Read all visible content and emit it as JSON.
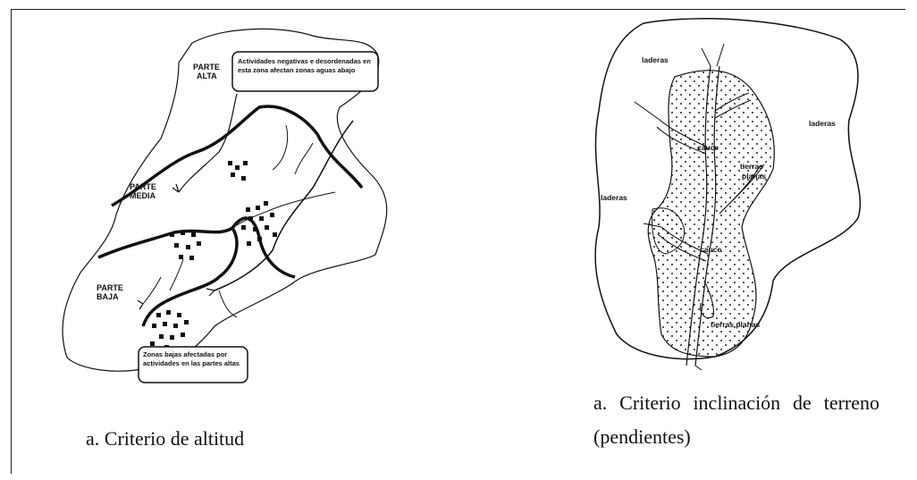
{
  "left_diagram": {
    "labels": {
      "top": "PARTE\nALTA",
      "middle": "PARTE\nMEDIA",
      "bottom": "PARTE\nBAJA"
    },
    "callout_top": "Actividades negativas e desordenadas en esta zona afectan zonas aguas abajo",
    "callout_bottom": "Zonas bajas afectadas por actividades en las partes altas",
    "caption": "a. Criterio  de altitud"
  },
  "right_diagram": {
    "labels": {
      "laderas_top": "laderas",
      "laderas_right": "laderas",
      "laderas_left": "laderas",
      "cauce_top": "cauce",
      "cauce_mid": "cauce",
      "tierras_planas_1": "tierras planas",
      "tierras_planas_2": "tierras planas"
    },
    "caption": "a. Criterio  inclinación  de terreno (pendientes)"
  }
}
